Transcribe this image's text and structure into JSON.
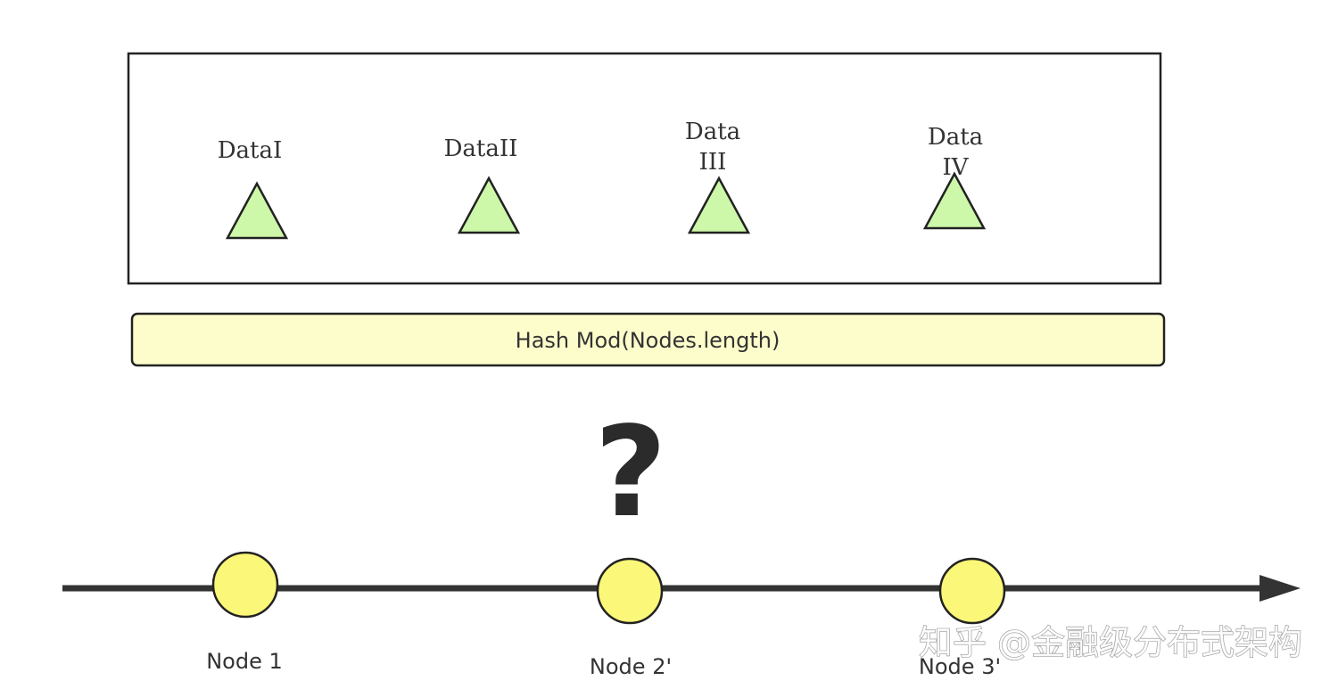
{
  "data_items": [
    {
      "lines": [
        "DataI"
      ]
    },
    {
      "lines": [
        "DataII"
      ]
    },
    {
      "lines": [
        "Data",
        "III"
      ]
    },
    {
      "lines": [
        "Data",
        "IV"
      ]
    }
  ],
  "hash_box": {
    "label": "Hash Mod(Nodes.length)"
  },
  "question_mark": "?",
  "nodes": [
    {
      "label": "Node 1"
    },
    {
      "label": "Node 2'"
    },
    {
      "label": "Node 3'"
    }
  ],
  "watermark": "知乎 @金融级分布式架构",
  "colors": {
    "triangle_fill": "#cdf7a9",
    "hash_box_fill": "#fdfccb",
    "node_fill": "#fbf778",
    "line": "#333333"
  }
}
